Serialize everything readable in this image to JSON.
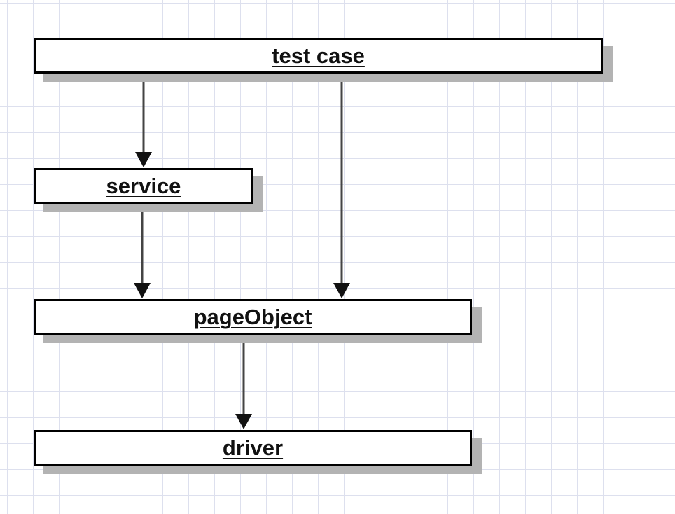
{
  "diagram": {
    "nodes": {
      "test_case": "test case",
      "service": "service",
      "page_object": "pageObject",
      "driver": "driver"
    },
    "edges": [
      {
        "from": "test case",
        "to": "service"
      },
      {
        "from": "test case",
        "to": "pageObject"
      },
      {
        "from": "service",
        "to": "pageObject"
      },
      {
        "from": "pageObject",
        "to": "driver"
      }
    ]
  },
  "colors": {
    "grid": "#dde0ee",
    "box_border": "#000000",
    "box_shadow": "#b3b3b3",
    "arrow": "#444444",
    "text": "#111111"
  }
}
